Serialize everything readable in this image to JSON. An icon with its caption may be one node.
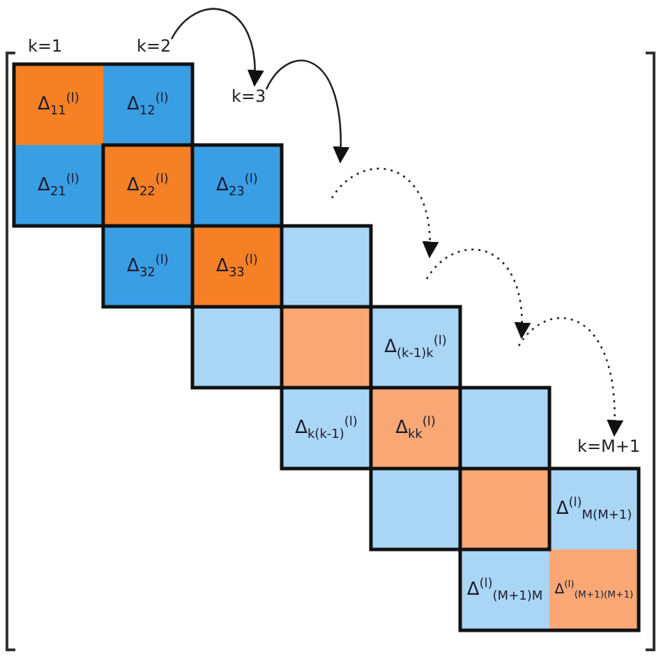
{
  "diagram": {
    "nodes": [
      {
        "text": [
          "k=2"
        ]
      },
      {
        "text": [
          "Δ$_{11}$$^{(l)}$"
        ]
      },
      {
        "text": [
          "Δ$_{12}$$^{(l)}$"
        ]
      },
      {
        "text": [
          "k=3"
        ]
      },
      {
        "text": [
          "Δ$_{21}$$^{(l)}$"
        ]
      },
      {
        "text": [
          "Δ$_{22}$$^{(l)}$"
        ]
      },
      {
        "text": [
          "Δ$_{23}$$^{(l)}$"
        ]
      },
      {
        "text": [
          "Δ$_{32}$$^{(l)}$"
        ]
      },
      {
        "text": [
          "Δ$_{33}$$^{(l)}$"
        ]
      },
      {
        "text": [],
        "shape": "box"
      },
      {
        "text": [],
        "shape": "box"
      },
      {
        "text": [],
        "shape": "box"
      },
      {
        "text": [
          "Δ$_{(k-1)k}$$^{(l)}$"
        ]
      },
      {
        "text": [
          "Δ$_{k(k-1)}$$^{(l)}$"
        ]
      },
      {
        "text": [
          "Δ$_{kk}$$^{(l)}$"
        ]
      },
      {
        "text": [],
        "shape": "box"
      },
      {
        "text": [],
        "shape": "box"
      },
      {
        "text": [],
        "shape": "box"
      },
      {
        "text": [
          "k=M+1"
        ]
      },
      {
        "text": [
          "Δ$^{(l)}$$_{M(M+1)}$"
        ]
      },
      {
        "text": [
          "Δ$^{(l)}$$_{(M+1)M}$"
        ]
      },
      {
        "text": [
          "Δ$^{(l)}$$_{(M+1)(M+1)}$"
        ]
      }
    ],
    "edges": [
      {
        "from": 0,
        "to": 3,
        "arrow": "to"
      },
      {
        "from": 3,
        "to": null,
        "arrow": "to"
      },
      {
        "from": null,
        "to": 18,
        "arrow": "to",
        "style": "dashed"
      }
    ],
    "labels": [
      "k=1"
    ]
  }
}
